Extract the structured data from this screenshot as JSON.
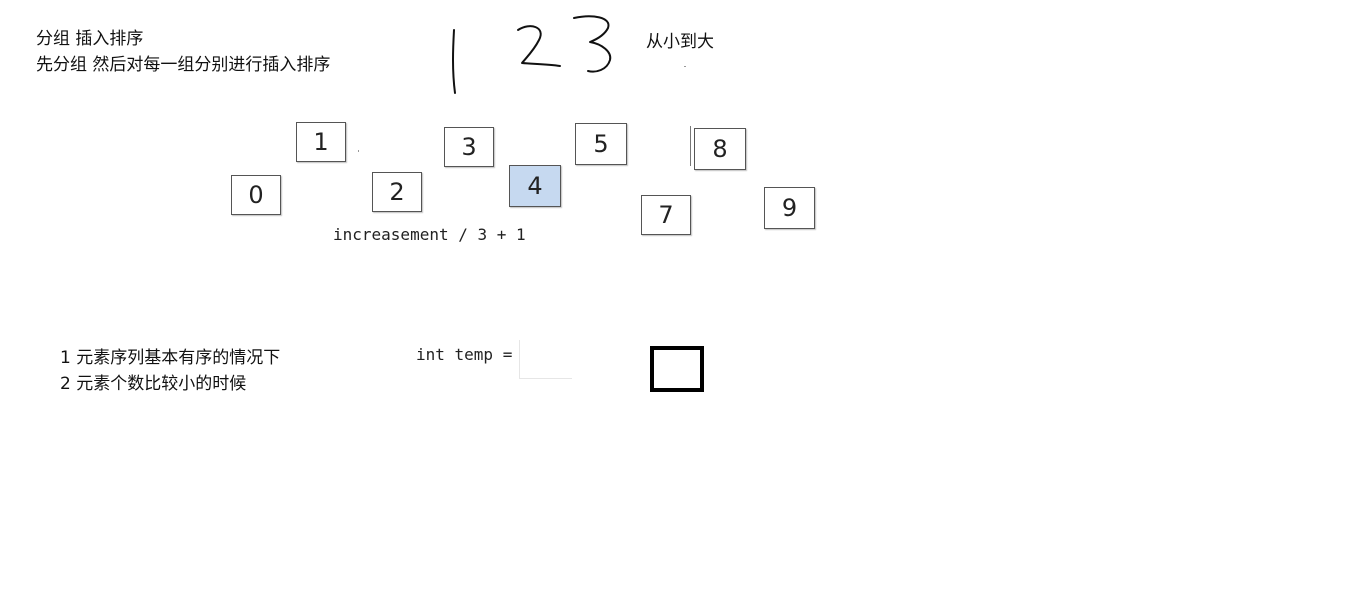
{
  "notes": {
    "line1": "分组  插入排序",
    "line2": "先分组 然后对每一组分别进行插入排序",
    "order": "从小到大"
  },
  "handwriting": [
    "1",
    "2",
    "3"
  ],
  "boxes": [
    {
      "label": "0"
    },
    {
      "label": "1"
    },
    {
      "label": "2"
    },
    {
      "label": "3"
    },
    {
      "label": "4",
      "highlighted": true,
      "highlight_color": "#c6d9f0"
    },
    {
      "label": "5"
    },
    {
      "label": "7"
    },
    {
      "label": "8"
    },
    {
      "label": "9"
    }
  ],
  "formula": "increasement / 3 + 1",
  "conditions": {
    "item1": "1 元素序列基本有序的情况下",
    "item2": "2 元素个数比较小的时候"
  },
  "code": {
    "temp_label": "int temp ="
  }
}
